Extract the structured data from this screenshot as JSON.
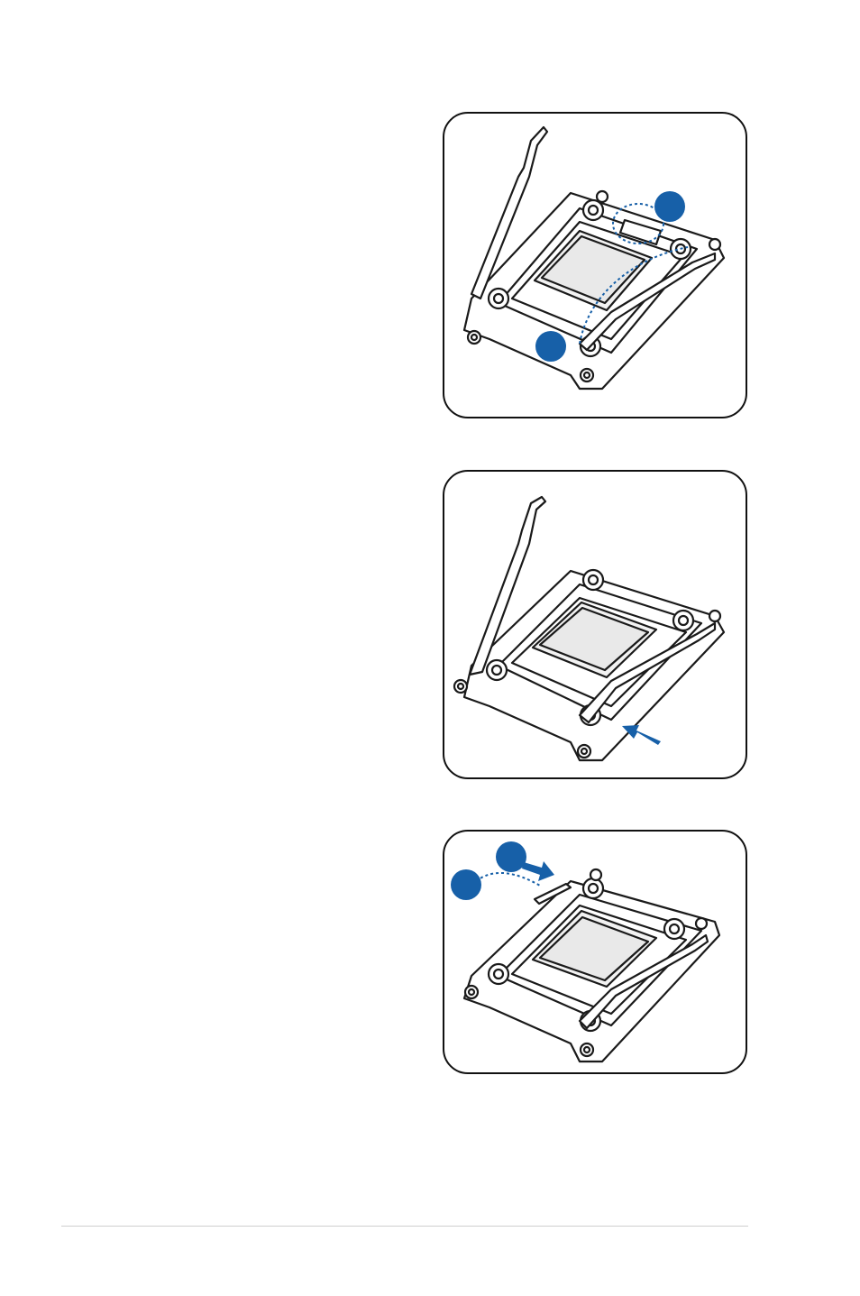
{
  "page": {
    "background": "#ffffff",
    "figures": [
      {
        "name": "step-1-open-load-plate",
        "callouts": 2
      },
      {
        "name": "step-2-press-lever",
        "callouts": 0
      },
      {
        "name": "step-3-release-lever",
        "callouts": 2
      }
    ],
    "colors": {
      "line": "#1a1a1a",
      "accent": "#1760a8",
      "frame": "#111111"
    },
    "icons": [
      "cpu-socket-illustration",
      "callout-marker",
      "direction-arrow"
    ]
  }
}
